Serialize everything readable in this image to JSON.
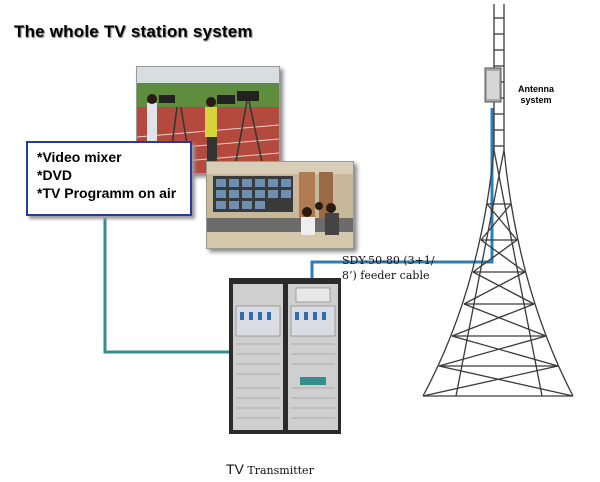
{
  "title": "The whole TV station system",
  "info_box": {
    "lines": [
      "*Video mixer",
      "*DVD",
      "*TV Programm on air"
    ]
  },
  "antenna_label_line1": "Antenna",
  "antenna_label_line2": "system",
  "feeder_label_line1": "SDY-50-80 (3+1/",
  "feeder_label_line2": "8’) feeder cable",
  "transmitter_label_prefix": "TV",
  "transmitter_label_suffix": " Transmitter",
  "colors": {
    "cable": "#3a8b8c",
    "feeder": "#2c7fb5",
    "info_border": "#1e3fa0",
    "tower": "#3a3a3a",
    "cabinet": "#2b2b2b"
  }
}
